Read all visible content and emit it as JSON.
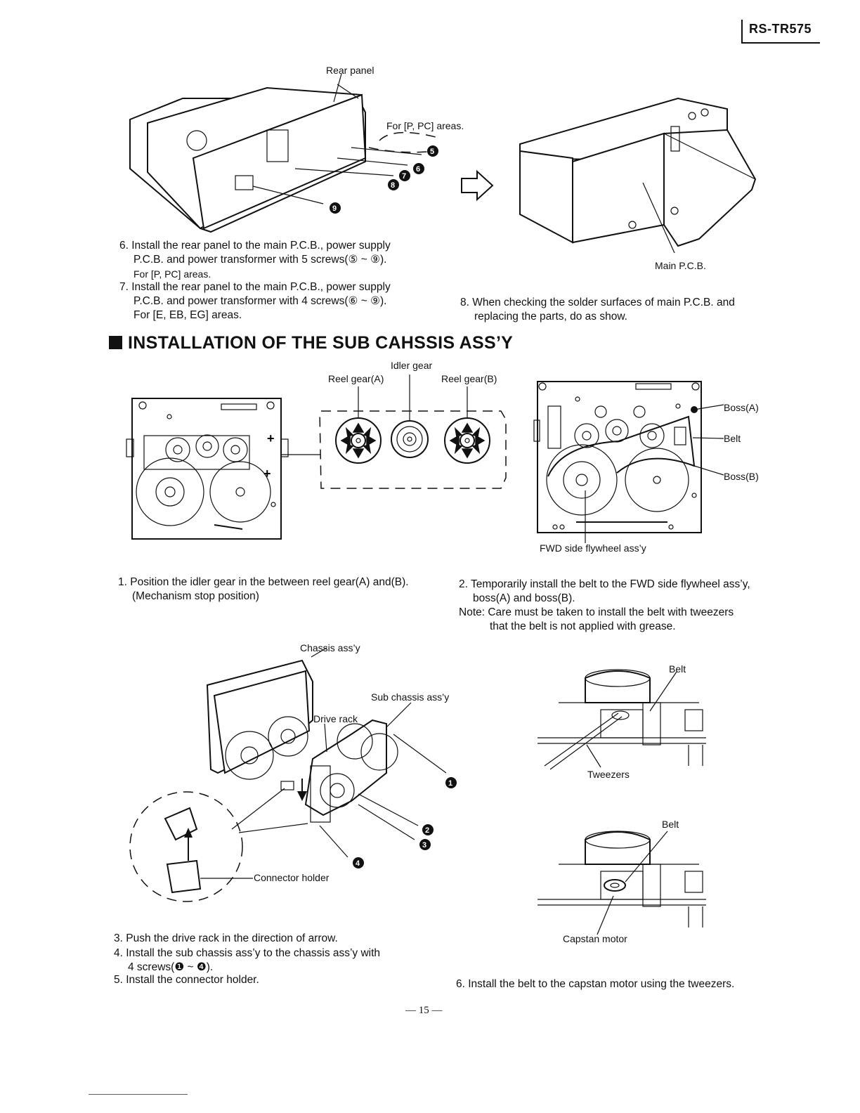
{
  "header": {
    "model": "RS-TR575"
  },
  "top_left_figure": {
    "label_rear_panel": "Rear panel",
    "label_areas": "For [P, PC] areas."
  },
  "top_right_figure": {
    "label_main_pcb": "Main P.C.B."
  },
  "steps_top": {
    "s6_l1": "6. Install the rear panel to the main P.C.B., power supply",
    "s6_l2": "P.C.B. and power transformer with 5 screws(⑤ ~ ⑨).",
    "s6_l3": "For [P, PC] areas.",
    "s7_l1": "7. Install the rear panel to the main P.C.B., power supply",
    "s7_l2": "P.C.B. and power transformer with 4 screws(⑥ ~ ⑨).",
    "s7_l3": "For [E, EB, EG] areas.",
    "s8_l1": "8. When checking the solder surfaces of main P.C.B. and",
    "s8_l2": "replacing the parts, do as show."
  },
  "section_title": "INSTALLATION OF THE SUB CAHSSIS ASS’Y",
  "gear_figure": {
    "idler_gear": "Idler gear",
    "reel_gear_a": "Reel gear(A)",
    "reel_gear_b": "Reel gear(B)"
  },
  "belt_figure": {
    "boss_a": "Boss(A)",
    "belt": "Belt",
    "boss_b": "Boss(B)",
    "fwd_flywheel": "FWD side flywheel ass’y"
  },
  "steps_mid": {
    "s1_l1": "1. Position the idler gear in the between reel gear(A) and(B).",
    "s1_l2": "(Mechanism stop position)",
    "s2_l1": "2. Temporarily install the belt to the FWD side flywheel ass’y,",
    "s2_l2": "boss(A) and boss(B).",
    "note_l1": "Note: Care must be taken to install the belt with tweezers",
    "note_l2": "that the belt is not applied with grease."
  },
  "chassis_figure": {
    "chassis_assy": "Chassis ass’y",
    "sub_chassis_assy": "Sub chassis ass’y",
    "drive_rack": "Drive rack",
    "connector_holder": "Connector holder"
  },
  "tweezers_figure": {
    "belt_top": "Belt",
    "tweezers": "Tweezers",
    "belt_bottom": "Belt",
    "capstan_motor": "Capstan motor"
  },
  "steps_bottom": {
    "s3": "3. Push the drive rack in the direction of arrow.",
    "s4_l1": "4. Install the sub chassis ass’y to the chassis ass’y with",
    "s4_l2": "4 screws(❶ ~ ❹).",
    "s5": "5. Install the connector holder.",
    "s6": "6. Install the belt to the capstan motor using the tweezers."
  },
  "page_number": "— 15 —"
}
